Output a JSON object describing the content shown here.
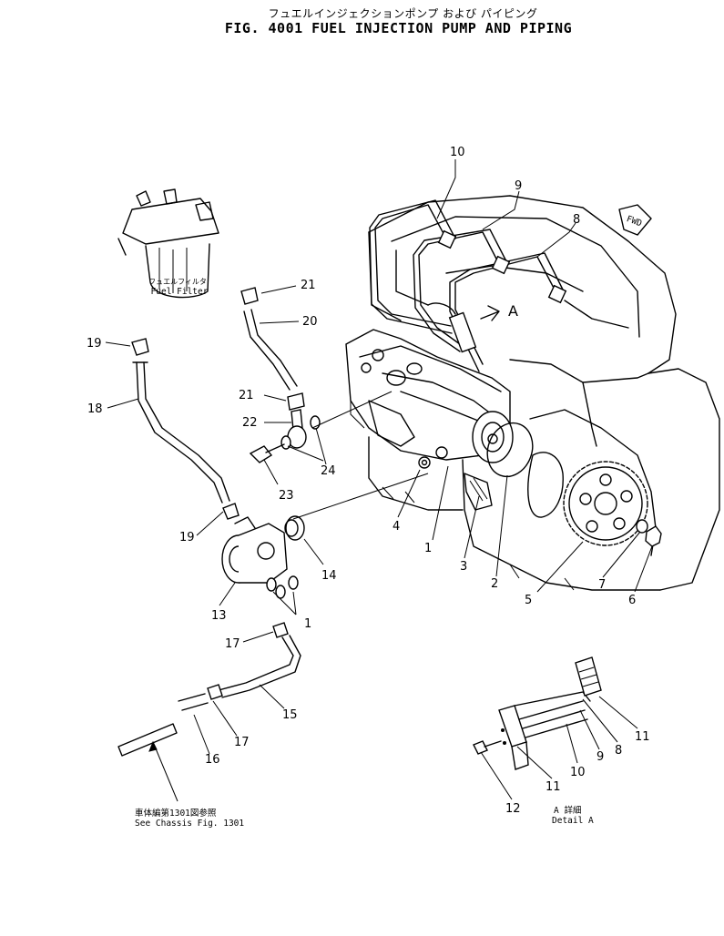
{
  "title": {
    "japanese": "フュエルインジェクションポンプ および パイピング",
    "english": "FIG. 4001 FUEL INJECTION PUMP AND PIPING"
  },
  "fuel_filter_label": {
    "jp": "フュエルフィルタ",
    "en": "Fuel Filter"
  },
  "fwd_label": "FWD",
  "view_a_label": "A",
  "chassis_note": {
    "jp": "車体編第1301図参照",
    "en": "See Chassis Fig. 1301"
  },
  "detail_note": {
    "jp": "A 詳細",
    "en": "Detail A"
  },
  "callouts": {
    "c10a": "10",
    "c9a": "9",
    "c8a": "8",
    "c21a": "21",
    "c20": "20",
    "c19a": "19",
    "c18": "18",
    "c21b": "21",
    "c22": "22",
    "c24": "24",
    "c23": "23",
    "c19b": "19",
    "c14": "14",
    "c13": "13",
    "c1b": "1",
    "c17a": "17",
    "c15": "15",
    "c17b": "17",
    "c16": "16",
    "c4": "4",
    "c1a": "1",
    "c3": "3",
    "c2": "2",
    "c5": "5",
    "c7": "7",
    "c6": "6",
    "c11a": "11",
    "c8b": "8",
    "c9b": "9",
    "c10b": "10",
    "c11b": "11",
    "c12": "12"
  }
}
